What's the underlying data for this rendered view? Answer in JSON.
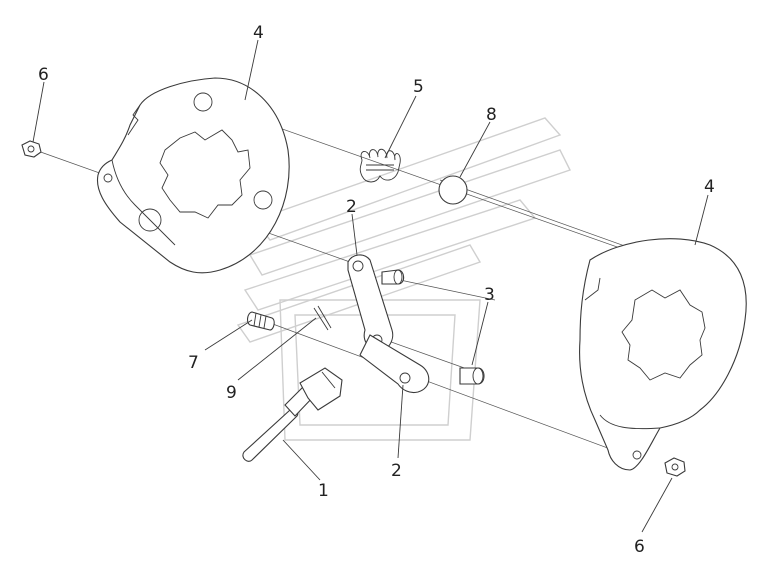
{
  "callouts": [
    {
      "key": "c4a",
      "text": "4"
    },
    {
      "key": "c6a",
      "text": "6"
    },
    {
      "key": "c5",
      "text": "5"
    },
    {
      "key": "c8",
      "text": "8"
    },
    {
      "key": "c4b",
      "text": "4"
    },
    {
      "key": "c2a",
      "text": "2"
    },
    {
      "key": "c3",
      "text": "3"
    },
    {
      "key": "c7",
      "text": "7"
    },
    {
      "key": "c9",
      "text": "9"
    },
    {
      "key": "c2b",
      "text": "2"
    },
    {
      "key": "c1",
      "text": "1"
    },
    {
      "key": "c6b",
      "text": "6"
    }
  ],
  "colors": {
    "line": "#3a3a3a",
    "watermark": "#cfcfcf",
    "background": "#ffffff"
  }
}
